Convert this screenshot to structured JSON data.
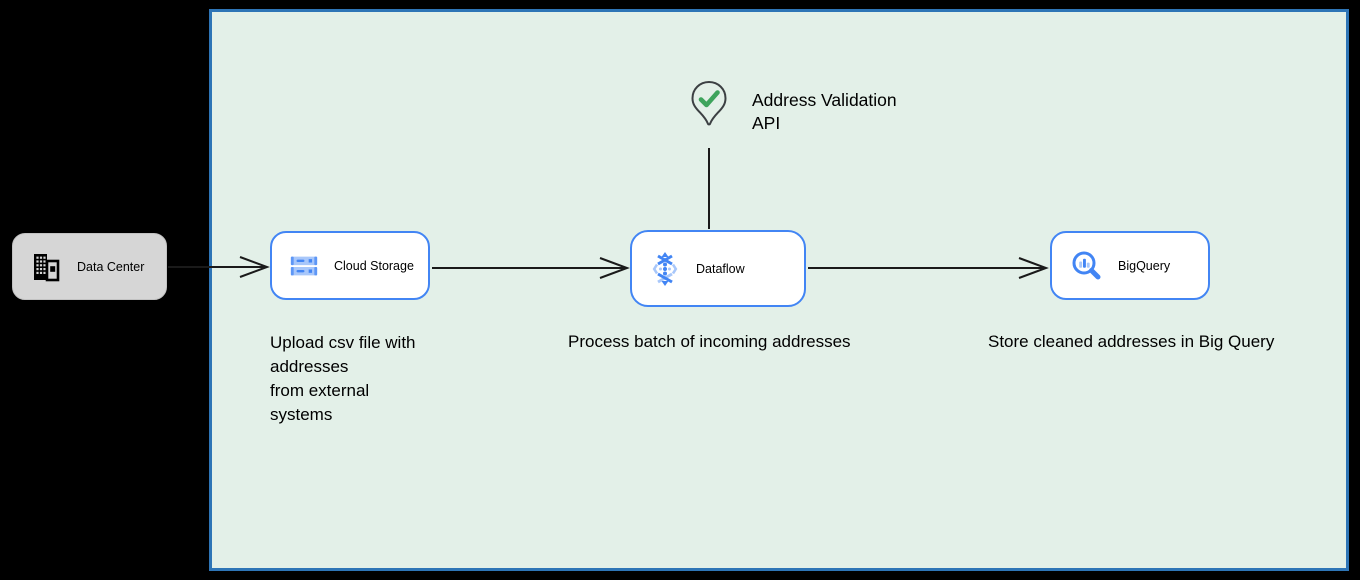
{
  "data_center": {
    "label": "Data Center",
    "icon": "building-icon"
  },
  "nodes": [
    {
      "id": "cloud-storage",
      "label": "Cloud Storage",
      "icon": "cloud-storage-icon"
    },
    {
      "id": "dataflow",
      "label": "Dataflow",
      "icon": "dataflow-icon"
    },
    {
      "id": "bigquery",
      "label": "BigQuery",
      "icon": "bigquery-icon"
    }
  ],
  "api": {
    "label": "Address Validation\nAPI",
    "icon": "map-pin-check-icon"
  },
  "captions": [
    {
      "for": "cloud-storage",
      "text": "Upload csv file with\naddresses\nfrom external\nsystems"
    },
    {
      "for": "dataflow",
      "text": "Process batch of incoming addresses"
    },
    {
      "for": "bigquery",
      "text": "Store cleaned addresses in Big Query"
    }
  ],
  "colors": {
    "background": "#000000",
    "boundary_fill": "#E3F0E8",
    "boundary_border": "#2E75B6",
    "node_fill": "#FFFFFF",
    "node_border": "#4285F4",
    "external_node_fill": "#D6D6D6",
    "icon_blue": "#4285F4",
    "icon_blue_light": "#A8C7FA",
    "check_green": "#3DA45C",
    "pin_outline": "#3C4043",
    "connector": "#1A1A1A",
    "text": "#000000"
  }
}
